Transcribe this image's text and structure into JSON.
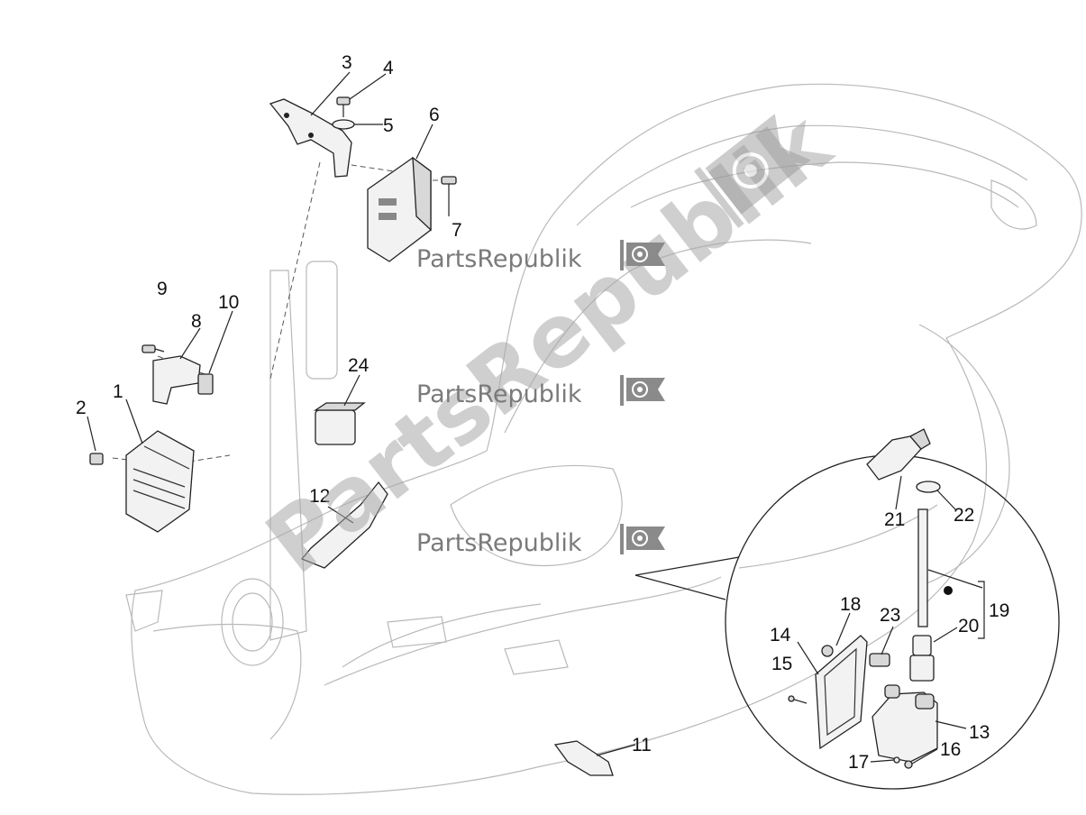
{
  "diagram": {
    "callouts": {
      "c1": "1",
      "c2": "2",
      "c3": "3",
      "c4": "4",
      "c5": "5",
      "c6": "6",
      "c7": "7",
      "c8": "8",
      "c9": "9",
      "c10": "10",
      "c11": "11",
      "c12": "12",
      "c13": "13",
      "c14": "14",
      "c15": "15",
      "c16": "16",
      "c17": "17",
      "c18": "18",
      "c19": "19",
      "c20": "20",
      "c21": "21",
      "c22": "22",
      "c23": "23",
      "c24": "24"
    },
    "watermark": {
      "brand": "PartsRepublik",
      "diagonal": "PartsRepublik",
      "logo_icon": "gear-flag-icon"
    }
  }
}
